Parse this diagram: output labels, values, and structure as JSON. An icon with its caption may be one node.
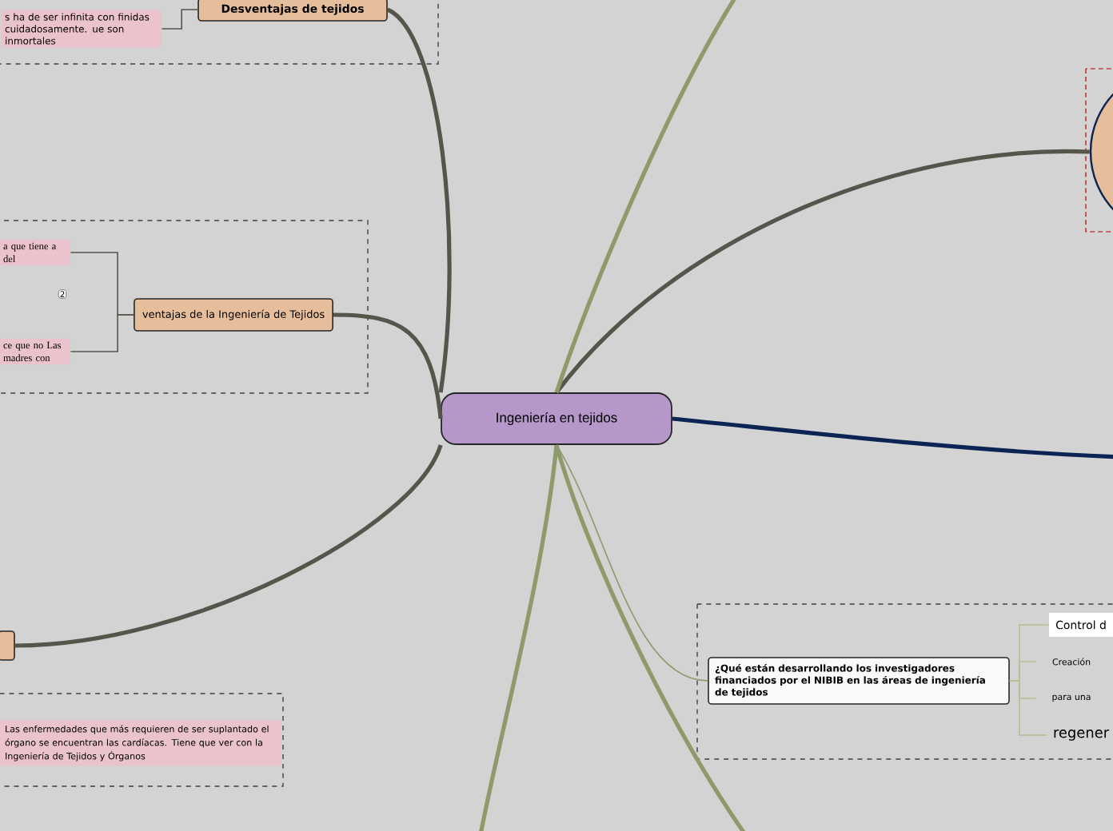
{
  "diagram": {
    "nodes": [
      {
        "text": [
          "Ingeniería en tejidos"
        ]
      },
      {
        "text": [
          "Desventajas de tejidos"
        ]
      },
      {
        "text": [
          "s ha de ser infinita con finidas cuidadosamente. ue son inmortales"
        ]
      },
      {
        "text": [
          "ventajas de la Ingeniería de Tejidos"
        ]
      },
      {
        "text": [
          "a que tiene a del"
        ]
      },
      {
        "text": [
          "ce que no Las madres con"
        ]
      },
      {
        "text": [],
        "shape": "box"
      },
      {
        "text": [
          "Las enfermedades que más requieren de ser suplantado el órgano se encuentran las cardíacas. Tiene que ver con la Ingeniería de Tejidos y Órganos"
        ]
      },
      {
        "text": [
          "¿Qué están desarrollando los investigadores financiados por el NIBIB en las áreas de ingeniería de tejidos"
        ]
      },
      {
        "text": [
          "Control d"
        ]
      },
      {
        "text": [
          "Creación"
        ]
      },
      {
        "text": [
          "para una"
        ]
      },
      {
        "text": [
          "regener"
        ]
      },
      {
        "text": [],
        "shape": "circle"
      }
    ],
    "edges": [
      {
        "from": 0,
        "to": 1,
        "arrow": "none",
        "style": "thick"
      },
      {
        "from": 1,
        "to": 2,
        "arrow": "none"
      },
      {
        "from": 0,
        "to": 3,
        "arrow": "none",
        "style": "thick"
      },
      {
        "from": 3,
        "to": 4,
        "arrow": "none"
      },
      {
        "from": 3,
        "to": 5,
        "arrow": "none"
      },
      {
        "from": 0,
        "to": 6,
        "arrow": "none",
        "style": "thick"
      },
      {
        "from": 0,
        "to": 13,
        "arrow": "none",
        "style": "thick"
      },
      {
        "from": 0,
        "to": 8,
        "arrow": "none",
        "color": "#8e9a6a"
      },
      {
        "from": 8,
        "to": 9,
        "arrow": "none",
        "color": "#b4bf95"
      },
      {
        "from": 8,
        "to": 10,
        "arrow": "none",
        "color": "#b4bf95"
      },
      {
        "from": 8,
        "to": 11,
        "arrow": "none",
        "color": "#b4bf95"
      },
      {
        "from": 8,
        "to": 12,
        "arrow": "none",
        "color": "#b4bf95"
      },
      {
        "from": 0,
        "to": null,
        "arrow": "none",
        "style": "thick",
        "color": "#8e9a6a"
      },
      {
        "from": 0,
        "to": null,
        "arrow": "none",
        "style": "thick",
        "color": "#8e9a6a"
      },
      {
        "from": 0,
        "to": null,
        "arrow": "none",
        "style": "thick",
        "color": "#8e9a6a"
      },
      {
        "from": 0,
        "to": null,
        "arrow": "none",
        "style": "thick",
        "color": "#0b2454"
      }
    ],
    "labels": [
      "2"
    ]
  }
}
